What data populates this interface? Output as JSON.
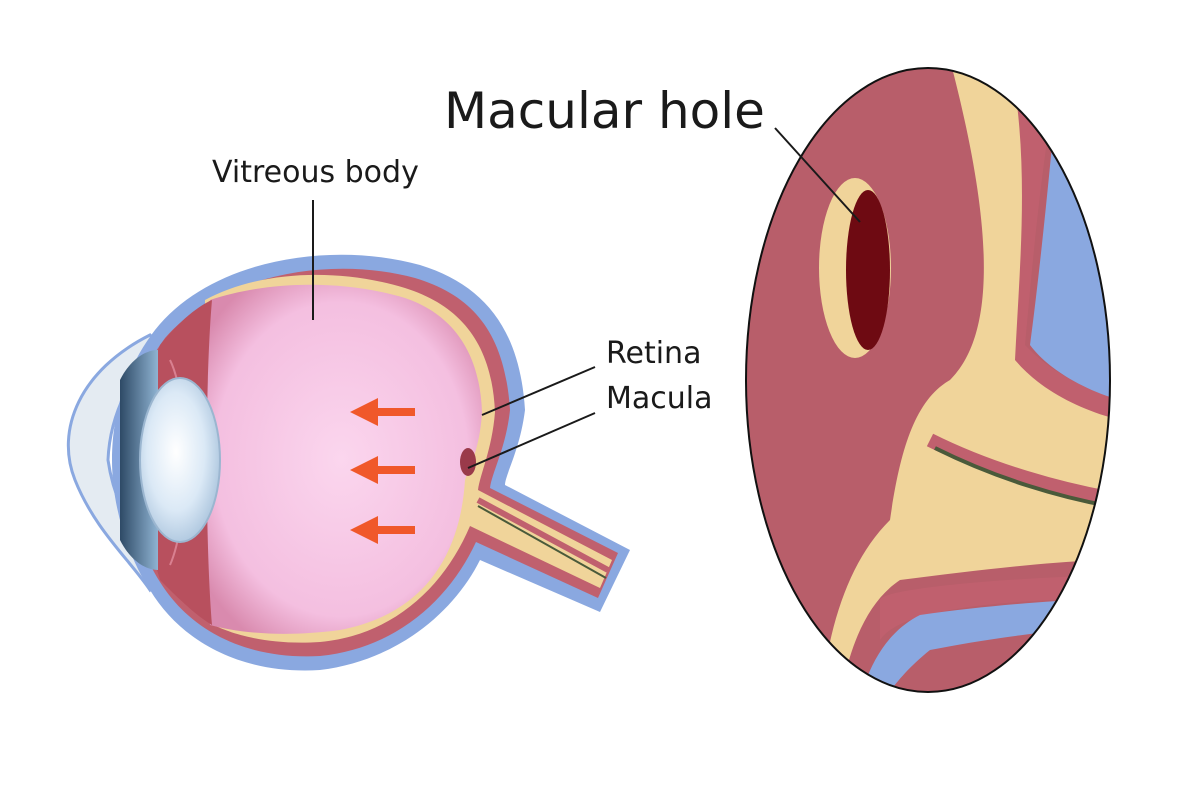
{
  "labels": {
    "vitreous_body": "Vitreous body",
    "retina": "Retina",
    "macula": "Macula",
    "macular_hole": "Macular hole"
  },
  "colors": {
    "sclera": "#8aa8e0",
    "choroid": "#c0606e",
    "retina": "#f0d49a",
    "vitreous": "#f7c6e4",
    "muscle": "#b8505e",
    "arrow": "#f0582a",
    "hole": "#6e0a12",
    "lens": "#cfe4f6",
    "cornea": "#e4ebf2"
  },
  "arrows": {
    "count": 3,
    "direction": "left"
  }
}
